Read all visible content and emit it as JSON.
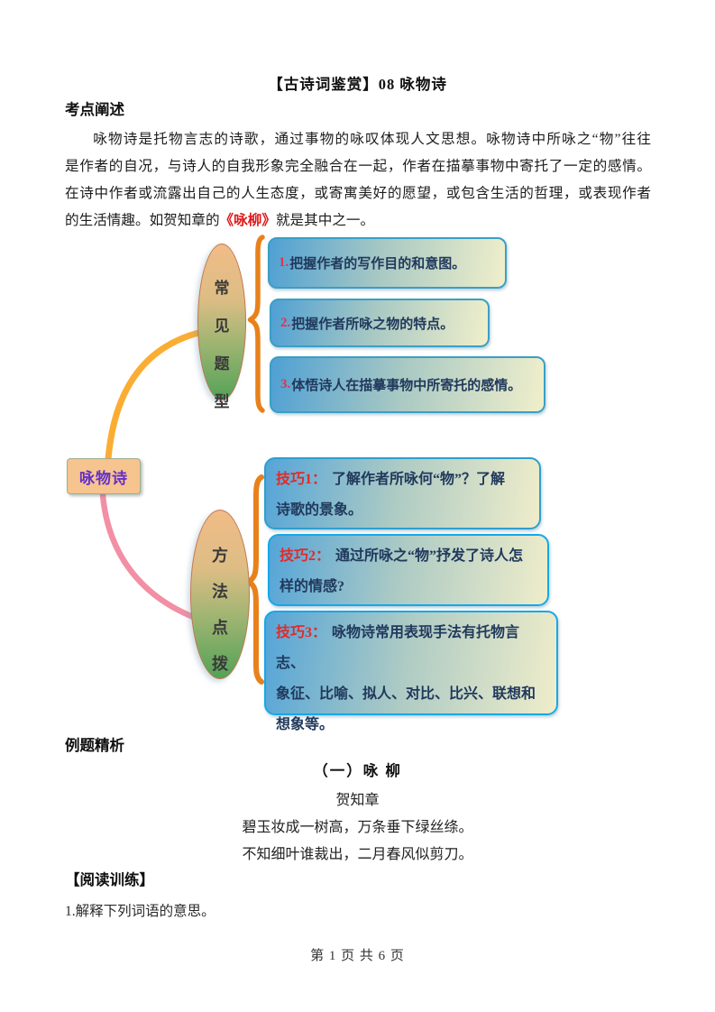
{
  "doc": {
    "title": "【古诗词鉴赏】08 咏物诗",
    "footer": "第 1 页 共 6 页"
  },
  "kaodian": {
    "heading": "考点阐述",
    "line1": "咏物诗是托物言志的诗歌，通过事物的咏叹体现人文思想。咏物诗中所咏之“物”往往",
    "line2": "是作者的自况，与诗人的自我形象完全融合在一起，作者在描摹事物中寄托了一定的感情。",
    "line3": "在诗中作者或流露出自己的人生态度，或寄寓美好的愿望，或包含生活的哲理，或表现作者",
    "line4a": "的生活情趣。如贺知章的",
    "line4red": "《咏柳》",
    "line4b": "就是其中之一。"
  },
  "diagram": {
    "root_label": "咏物诗",
    "branch1": {
      "chars": [
        "常",
        "见",
        "题",
        "型"
      ],
      "items": [
        {
          "num": "1.",
          "lines": [
            "把握作者的写作目的和意图。"
          ]
        },
        {
          "num": "2.",
          "lines": [
            "把握作者所咏之物的特点。"
          ]
        },
        {
          "num": "3.",
          "lines": [
            "体悟诗人在描摹事物中所寄托的感情。"
          ]
        }
      ]
    },
    "branch2": {
      "chars": [
        "方",
        "法",
        "点",
        "拨"
      ],
      "items": [
        {
          "num": "技巧1：",
          "lines": [
            "了解作者所咏何“物”？了解",
            "诗歌的景象。"
          ]
        },
        {
          "num": "技巧2：",
          "lines": [
            "通过所咏之“物”抒发了诗人怎",
            "样的情感?"
          ]
        },
        {
          "num": "技巧3：",
          "lines": [
            "咏物诗常用表现手法有托物言志、",
            "象征、比喻、拟人、对比、比兴、联想和",
            "想象等。"
          ]
        }
      ]
    }
  },
  "liti": {
    "heading": "例题精析",
    "poem_title": "（一）咏 柳",
    "poet": "贺知章",
    "poem_line1": "碧玉妆成一树高，万条垂下绿丝绦。",
    "poem_line2": "不知细叶谁裁出，二月春风似剪刀。",
    "training": "【阅读训练】",
    "q1": "1.解释下列词语的意思。"
  },
  "colors": {
    "accent_red": "#e21818",
    "num_red": "#e0344a",
    "tip_label_red": "#e02b2b",
    "root_text_purple": "#6430c8",
    "node_fill": "#f6c48e",
    "ellipse_top": "#f1bc87",
    "ellipse_bottom": "#54a257",
    "ellipse_border": "#c0764f",
    "box_gradient_left": "#4fa0d4",
    "box_gradient_right": "#f0efcb",
    "box_border_teal": "#3a9fc6",
    "box_border_cyan": "#15a8e9",
    "brace_orange": "#e8811c",
    "curve_orange": "#fbad33",
    "curve_pink": "#f28fa5",
    "box_text_navy": "#21395c"
  }
}
